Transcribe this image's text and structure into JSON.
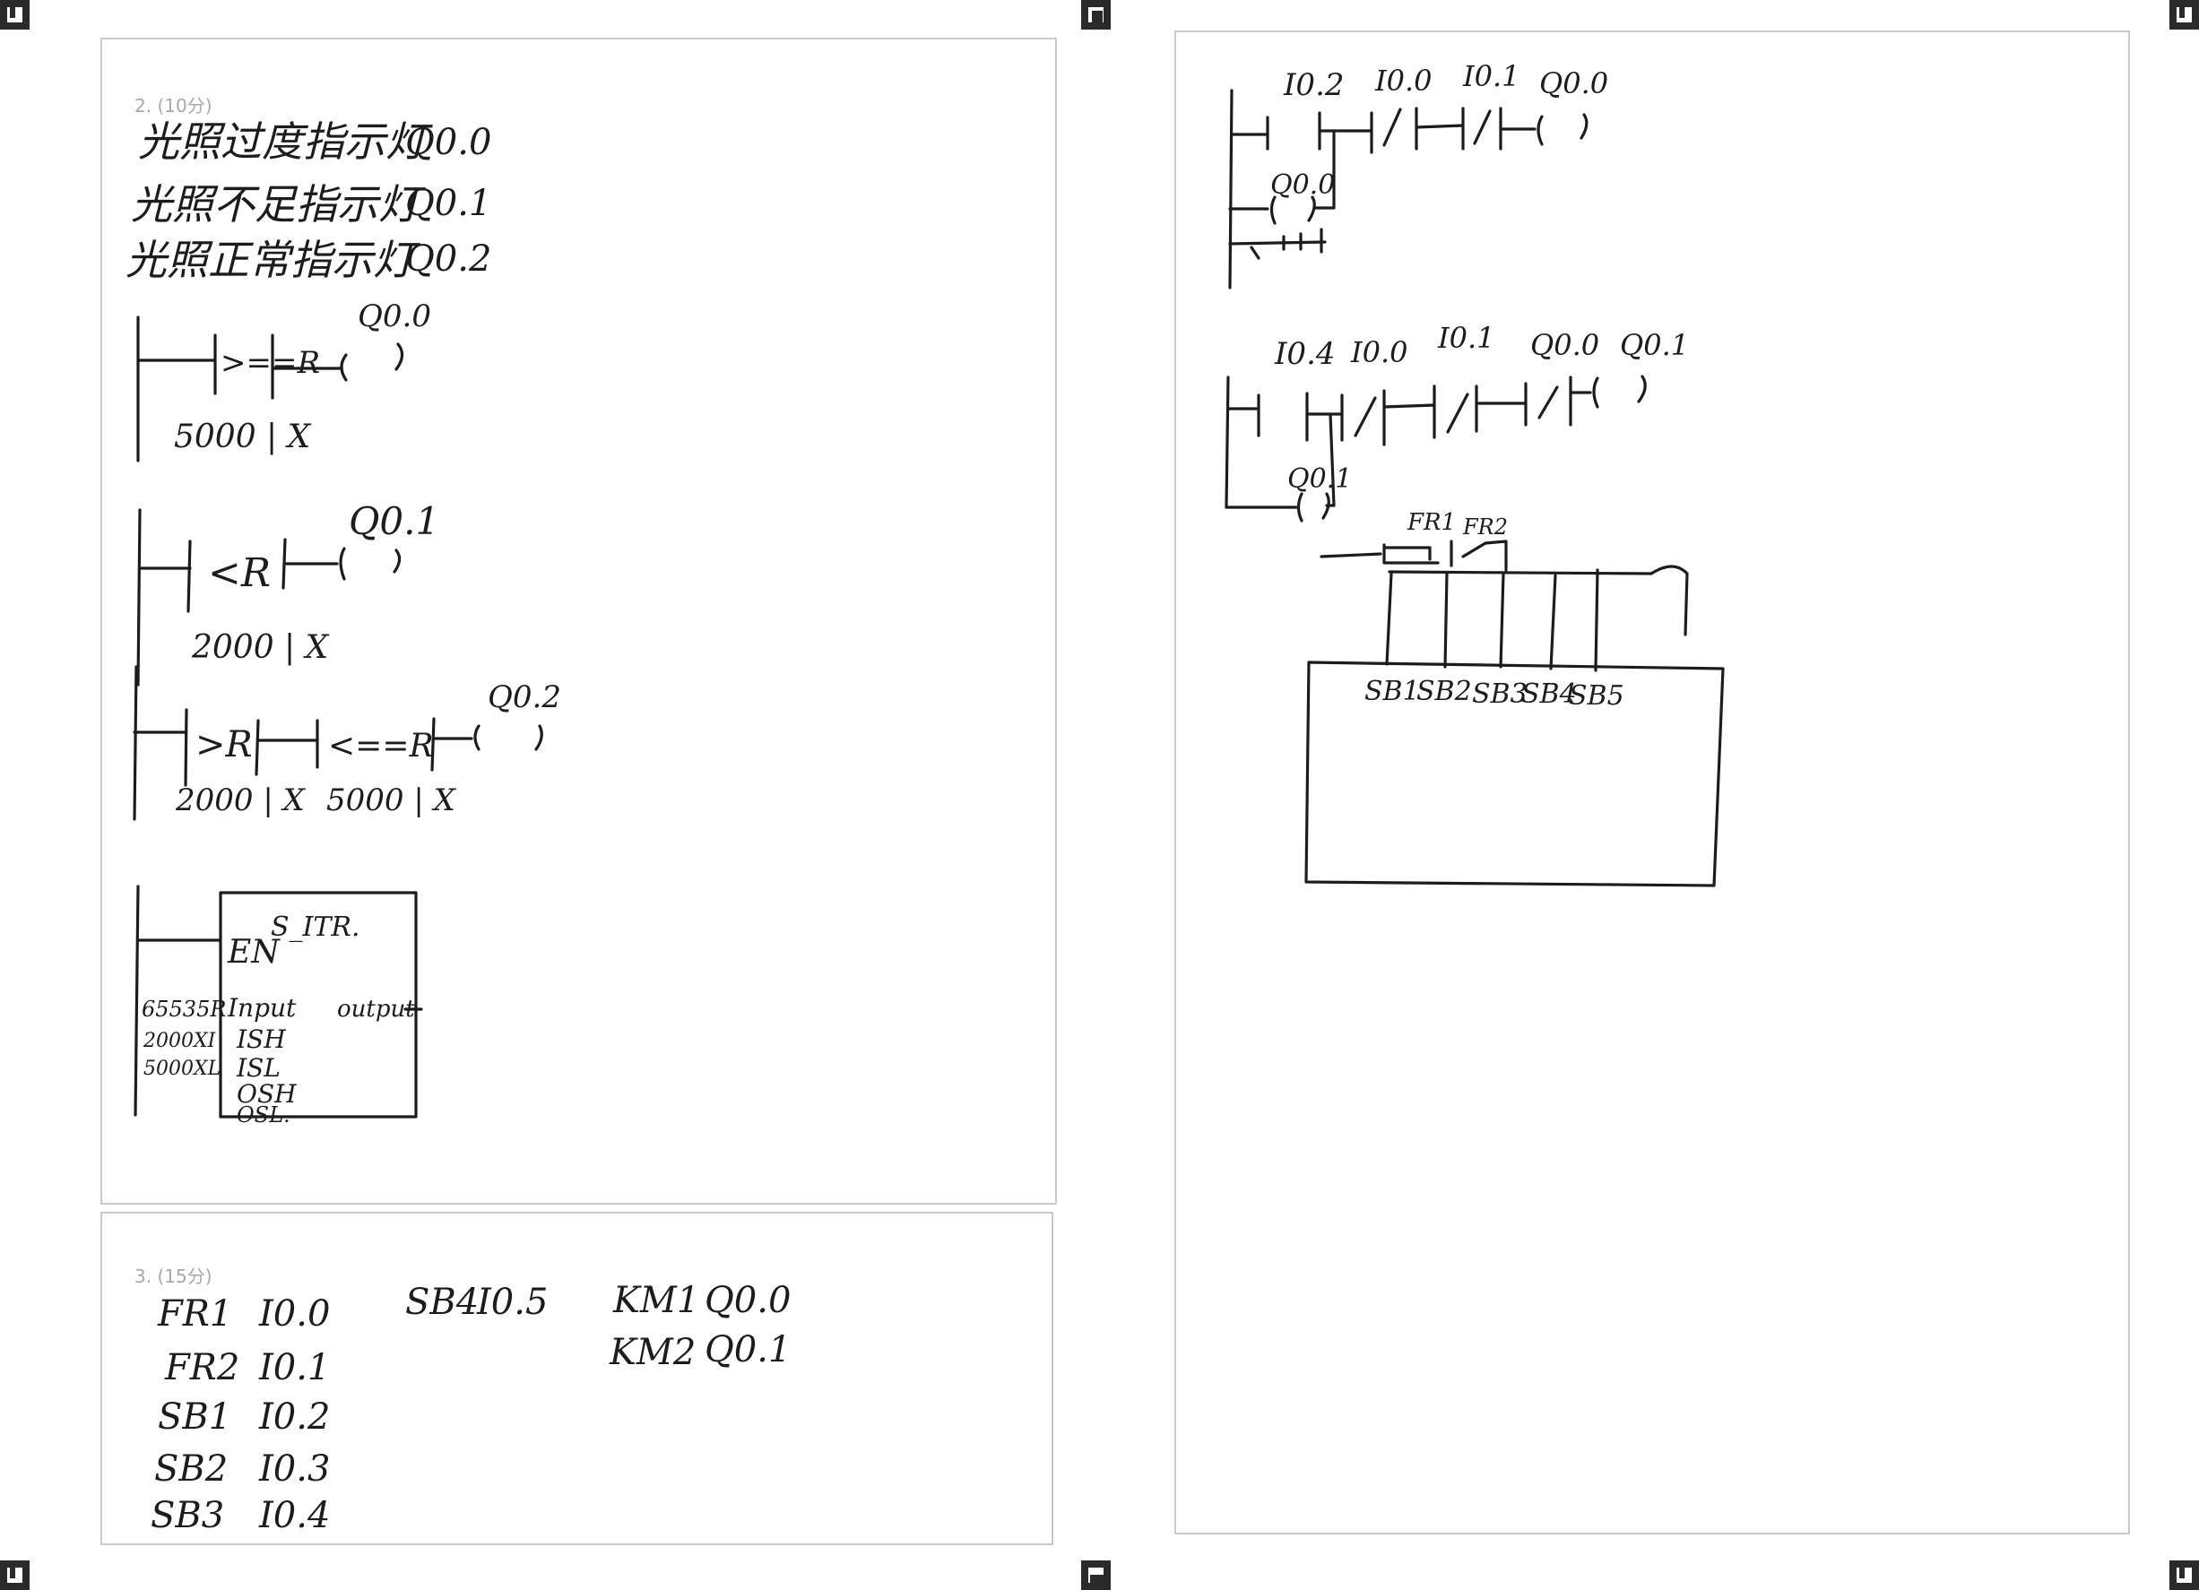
{
  "page": {
    "type": "scanned handwritten answer sheet"
  },
  "question2": {
    "label": "2. (10分)",
    "assignments": [
      {
        "name": "光照过度指示灯",
        "address": "Q0.0"
      },
      {
        "name": "光照不足指示灯",
        "address": "Q0.1"
      },
      {
        "name": "光照正常指示灯",
        "address": "Q0.2"
      }
    ],
    "rungs": [
      {
        "compare": ">==R",
        "operand": "5000 | X",
        "coil": "Q0.0"
      },
      {
        "compare": "<R",
        "operand": "2000 | X",
        "coil": "Q0.1"
      },
      {
        "compare1": ">R",
        "operand1": "2000 | X",
        "compare2": "<==R",
        "operand2": "5000 | X",
        "coil": "Q0.2"
      }
    ],
    "block": {
      "name": "S_ITR.",
      "en": "EN",
      "inputs": [
        "Input",
        "ISH",
        "ISL",
        "OSH",
        "OSL."
      ],
      "output": "output",
      "params": [
        "65535R",
        "2000XI",
        "5000XL"
      ]
    }
  },
  "question3": {
    "label": "3. (15分)",
    "io_left": [
      {
        "name": "FR1",
        "address": "I0.0"
      },
      {
        "name": "FR2",
        "address": "I0.1"
      },
      {
        "name": "SB1",
        "address": "I0.2"
      },
      {
        "name": "SB2",
        "address": "I0.3"
      },
      {
        "name": "SB3",
        "address": "I0.4"
      }
    ],
    "io_mid": [
      {
        "name": "SB4",
        "address": "I0.5"
      }
    ],
    "io_right": [
      {
        "name": "KM1",
        "address": "Q0.0"
      },
      {
        "name": "KM2",
        "address": "Q0.1"
      }
    ]
  },
  "right_page": {
    "rung1": {
      "contacts": [
        "I0.2",
        "I0.0",
        "I0.1"
      ],
      "coil": "Q0.0",
      "latch": "Q0.0"
    },
    "rung2": {
      "contacts": [
        "I0.4",
        "I0.0",
        "I0.1",
        "Q0.0"
      ],
      "coil": "Q0.1",
      "latch": "Q0.1"
    },
    "wiring": {
      "top_labels": [
        "FR1",
        "FR2"
      ],
      "terminals": [
        "SB1",
        "SB2",
        "SB3",
        "SB4",
        "SB5"
      ]
    }
  }
}
